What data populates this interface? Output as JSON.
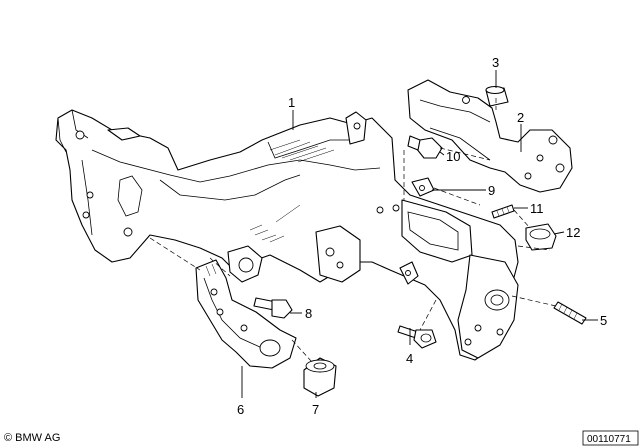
{
  "callouts": {
    "c1": "1",
    "c2": "2",
    "c3": "3",
    "c4": "4",
    "c5": "5",
    "c6": "6",
    "c7": "7",
    "c8": "8",
    "c9": "9",
    "c10": "10",
    "c11": "11",
    "c12": "12"
  },
  "brand": "© BMW AG",
  "document_number": "00110771"
}
